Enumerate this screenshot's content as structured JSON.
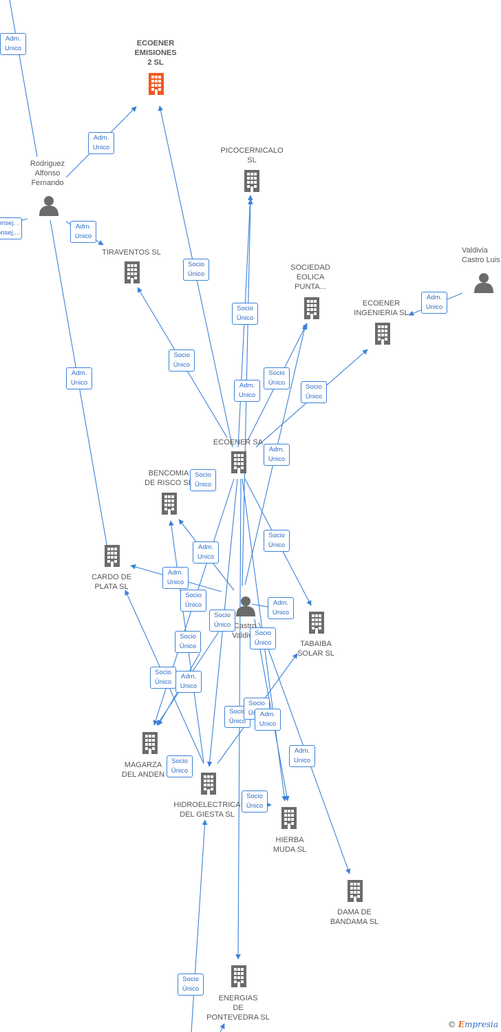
{
  "nodes": {
    "ecoener_emisiones": "ECOENER\nEMISIONES\n2  SL",
    "picocernicalo": "PICOCERNICALO\nSL",
    "rodriguez": "Rodriguez\nAlfonso\nFernando",
    "tiraventos": "TIRAVENTOS SL",
    "sociedad_eolica": "SOCIEDAD\nEOLICA\nPUNTA...",
    "ecoener_ingenieria": "ECOENER\nINGENIERIA  SL",
    "valdivia": "Valdivia\nCastro Luis",
    "ecoener_sa": "ECOENER SA",
    "bencomia": "BENCOMIA\nDE RISCO  SL",
    "cardo": "CARDO DE\nPLATA  SL",
    "castro": "Castro\nValdivia",
    "tabaiba": "TABAIBA\nSOLAR  SL",
    "magarza": "MAGARZA\nDEL ANDEN",
    "hidroelectrica": "HIDROELECTRICA\nDEL GIESTA SL",
    "hierba": "HIERBA\nMUDA  SL",
    "dama": "DAMA DE\nBANDAMA  SL",
    "energias": "ENERGIAS\nDE\nPONTEVEDRA SL"
  },
  "relations": {
    "r1": "Adm.\nUnico",
    "r2": "Adm.\nUnico",
    "r3": "Adm.\nUnico",
    "r4": "onsej. .\nonsej....",
    "r5": "Socio\nÚnico",
    "r6": "Socio\nÚnico",
    "r7": "Adm.\nUnico",
    "r8": "Socio\nÚnico",
    "r9": "Adm.\nUnico",
    "r10": "Adm.\nUnico",
    "r11": "Socio\nÚnico",
    "r12": "Socio\nÚnico",
    "r13": "Adm.\nUnico",
    "r14": "Socio\nÚnico",
    "r15": "Adm.\nUnico",
    "r16": "Socio\nÚnico",
    "r17": "Adm.\nUnico",
    "r18": "Socio\nÚnico",
    "r19": "Adm.\nUnico",
    "r20": "Socio\nÚnico",
    "r21": "Socio\nÚnico",
    "r22": "Socio\nÚnico",
    "r23": "Socio\nÚnico",
    "r24": "Adm.\nUnico",
    "r25": "Socio\nÚnico",
    "r26": "Socio\nÚnico",
    "r27": "Adm.\nUnico",
    "r28": "Adm.\nUnico",
    "r29": "Socio\nÚnico",
    "r30": "Socio\nÚnico",
    "r31": "Socio\nÚnico",
    "r32": "Adm.\nUnico"
  },
  "copyright": {
    "symbol": "©",
    "brand_first": "E",
    "brand_rest": "mpresia"
  },
  "colors": {
    "edge": "#3b82d8",
    "building": "#6b6b6b",
    "highlight": "#f05a23",
    "person": "#6b6b6b"
  },
  "icons": {
    "company": "building-icon",
    "person": "person-icon",
    "focus": "building-icon-highlight"
  }
}
